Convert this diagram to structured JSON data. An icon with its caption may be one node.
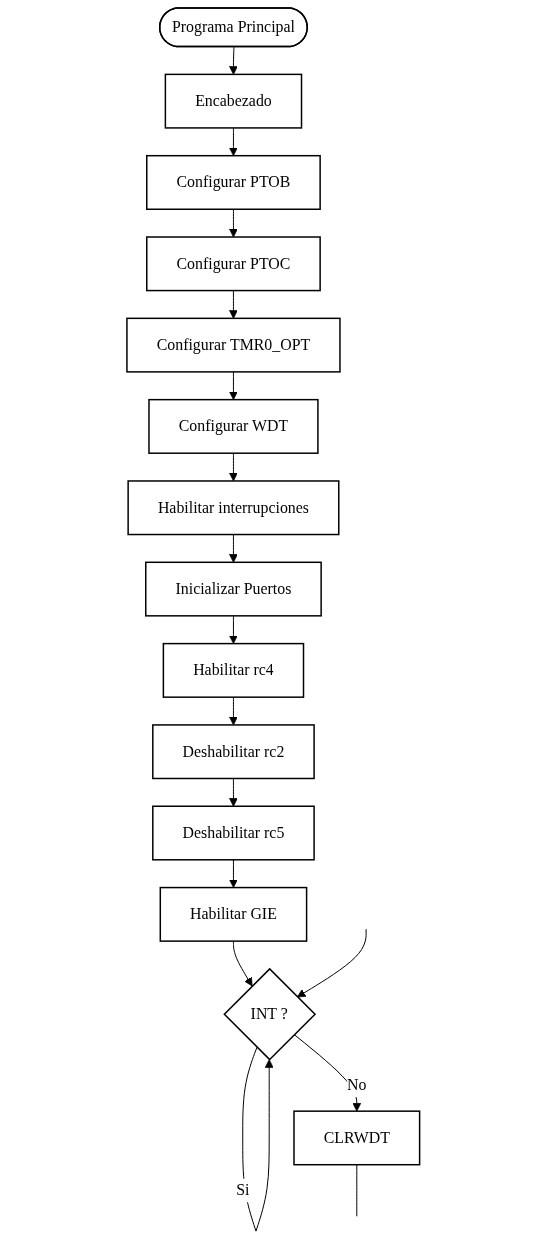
{
  "diagram": {
    "nodes": [
      {
        "text": [
          "Programa Principal"
        ]
      },
      {
        "text": [
          "Encabezado"
        ]
      },
      {
        "text": [
          "Configurar PTOB"
        ]
      },
      {
        "text": [
          "Configurar PTOC"
        ]
      },
      {
        "text": [
          "Configurar TMR0_OPT"
        ]
      },
      {
        "text": [
          "Configurar WDT"
        ]
      },
      {
        "text": [
          "Habilitar interrupciones"
        ]
      },
      {
        "text": [
          "Inicializar Puertos"
        ]
      },
      {
        "text": [
          "Habilitar rc4"
        ]
      },
      {
        "text": [
          "Deshabilitar rc2"
        ]
      },
      {
        "text": [
          "Deshabilitar rc5"
        ]
      },
      {
        "text": [
          "Habilitar  GIE"
        ]
      },
      {
        "text": [
          "INT ?"
        ]
      },
      {
        "text": [
          "CLRWDT"
        ]
      }
    ],
    "edges": [
      {
        "from": 0,
        "to": 1,
        "arrow": "to"
      },
      {
        "from": 1,
        "to": 2,
        "arrow": "to"
      },
      {
        "from": 2,
        "to": 3,
        "arrow": "to"
      },
      {
        "from": 3,
        "to": 4,
        "arrow": "to"
      },
      {
        "from": 4,
        "to": 5,
        "arrow": "to"
      },
      {
        "from": 5,
        "to": 6,
        "arrow": "to"
      },
      {
        "from": 6,
        "to": 7,
        "arrow": "to"
      },
      {
        "from": 7,
        "to": 8,
        "arrow": "to"
      },
      {
        "from": 8,
        "to": 9,
        "arrow": "to"
      },
      {
        "from": 9,
        "to": 10,
        "arrow": "to"
      },
      {
        "from": 10,
        "to": 11,
        "arrow": "to"
      },
      {
        "from": 11,
        "to": 12,
        "arrow": "to"
      },
      {
        "from": 12,
        "to": 12,
        "label": "Si",
        "arrow": "to"
      },
      {
        "from": 12,
        "to": 13,
        "label": "No",
        "arrow": "to"
      },
      {
        "from": 13,
        "to": null,
        "arrow": "none"
      },
      {
        "from": null,
        "to": 12,
        "arrow": "to"
      }
    ]
  }
}
